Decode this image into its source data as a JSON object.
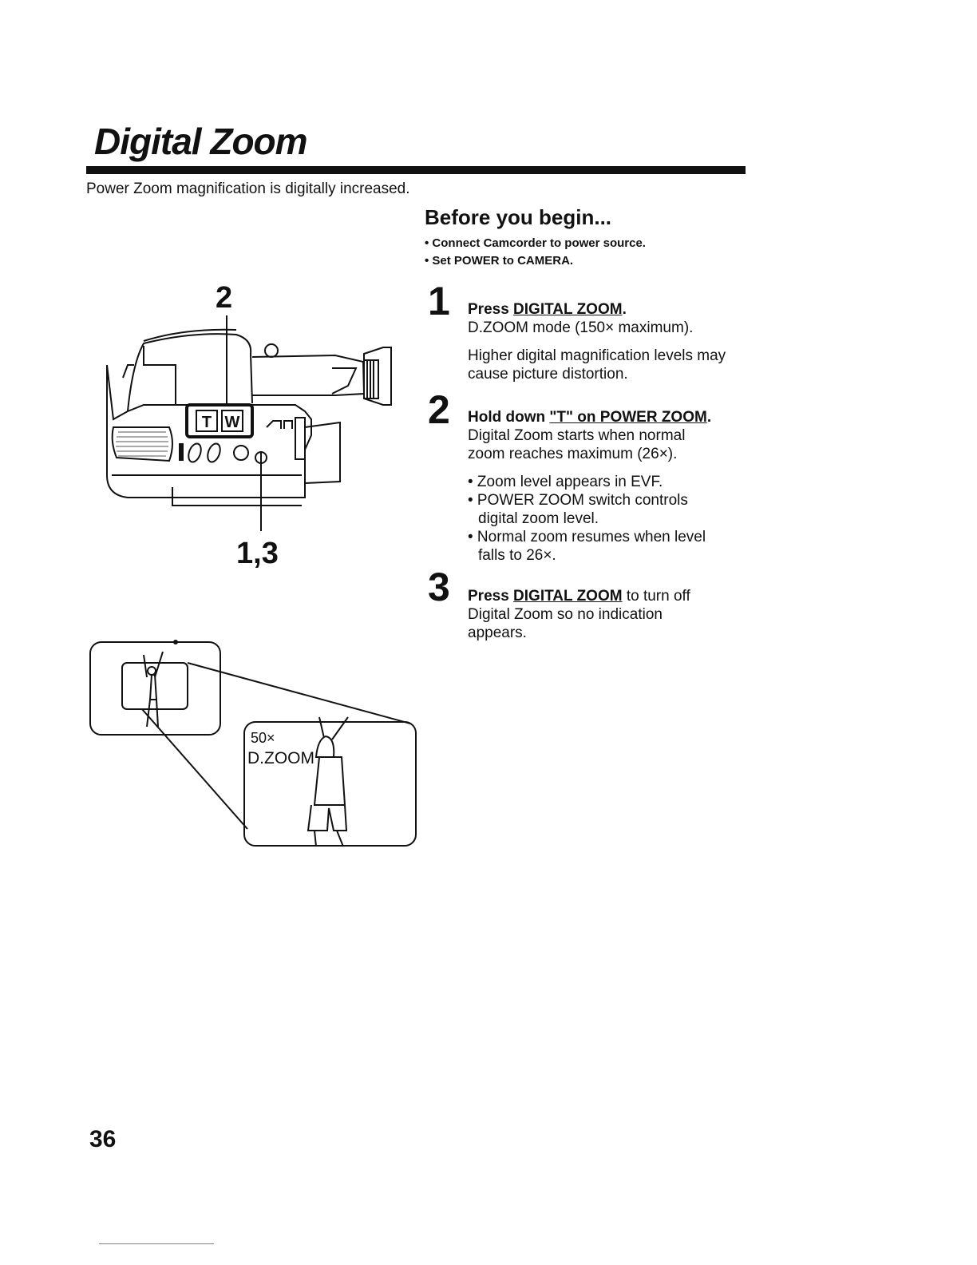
{
  "header": {
    "title": "Digital Zoom",
    "intro": "Power Zoom magnification is digitally increased."
  },
  "before_you_begin": {
    "title": "Before you begin...",
    "items": [
      "• Connect Camcorder to power source.",
      "• Set POWER to CAMERA."
    ]
  },
  "steps": [
    {
      "number": "1",
      "prefix": "Press ",
      "control": "DIGITAL ZOOM",
      "suffix": ".",
      "lines": [
        "D.ZOOM mode (150× maximum).",
        "Higher digital magnification levels may cause picture distortion."
      ]
    },
    {
      "number": "2",
      "prefix": "Hold down ",
      "control": "\"T\" on POWER ZOOM",
      "suffix": ".",
      "lines": [
        "Digital Zoom starts when normal zoom reaches maximum (26×)."
      ],
      "bullets": [
        "• Zoom level appears in EVF.",
        "• POWER ZOOM switch controls digital zoom level.",
        "• Normal zoom resumes when level falls to 26×."
      ]
    },
    {
      "number": "3",
      "prefix": "Press ",
      "control": "DIGITAL ZOOM",
      "suffix": " to turn off Digital Zoom so no indication appears."
    }
  ],
  "illustration": {
    "callout_top": "2",
    "callout_bottom": "1,3",
    "button_t": "T",
    "button_w": "W",
    "zoom_level": "50×",
    "zoom_mode": "D.ZOOM"
  },
  "footer": {
    "page_number": "36"
  }
}
